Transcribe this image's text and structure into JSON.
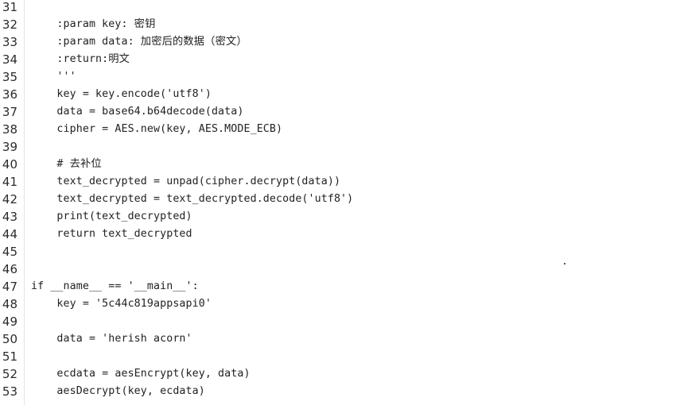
{
  "lines": [
    {
      "num": "31",
      "code": ""
    },
    {
      "num": "32",
      "code": "    :param key: 密钥"
    },
    {
      "num": "33",
      "code": "    :param data: 加密后的数据（密文）"
    },
    {
      "num": "34",
      "code": "    :return:明文"
    },
    {
      "num": "35",
      "code": "    '''"
    },
    {
      "num": "36",
      "code": "    key = key.encode('utf8')"
    },
    {
      "num": "37",
      "code": "    data = base64.b64decode(data)"
    },
    {
      "num": "38",
      "code": "    cipher = AES.new(key, AES.MODE_ECB)"
    },
    {
      "num": "39",
      "code": ""
    },
    {
      "num": "40",
      "code": "    # 去补位"
    },
    {
      "num": "41",
      "code": "    text_decrypted = unpad(cipher.decrypt(data))"
    },
    {
      "num": "42",
      "code": "    text_decrypted = text_decrypted.decode('utf8')"
    },
    {
      "num": "43",
      "code": "    print(text_decrypted)"
    },
    {
      "num": "44",
      "code": "    return text_decrypted"
    },
    {
      "num": "45",
      "code": ""
    },
    {
      "num": "46",
      "code": ""
    },
    {
      "num": "47",
      "code": "if __name__ == '__main__':"
    },
    {
      "num": "48",
      "code": "    key = '5c44c819appsapi0'"
    },
    {
      "num": "49",
      "code": ""
    },
    {
      "num": "50",
      "code": "    data = 'herish acorn'"
    },
    {
      "num": "51",
      "code": ""
    },
    {
      "num": "52",
      "code": "    ecdata = aesEncrypt(key, data)"
    },
    {
      "num": "53",
      "code": "    aesDecrypt(key, ecdata)"
    }
  ]
}
